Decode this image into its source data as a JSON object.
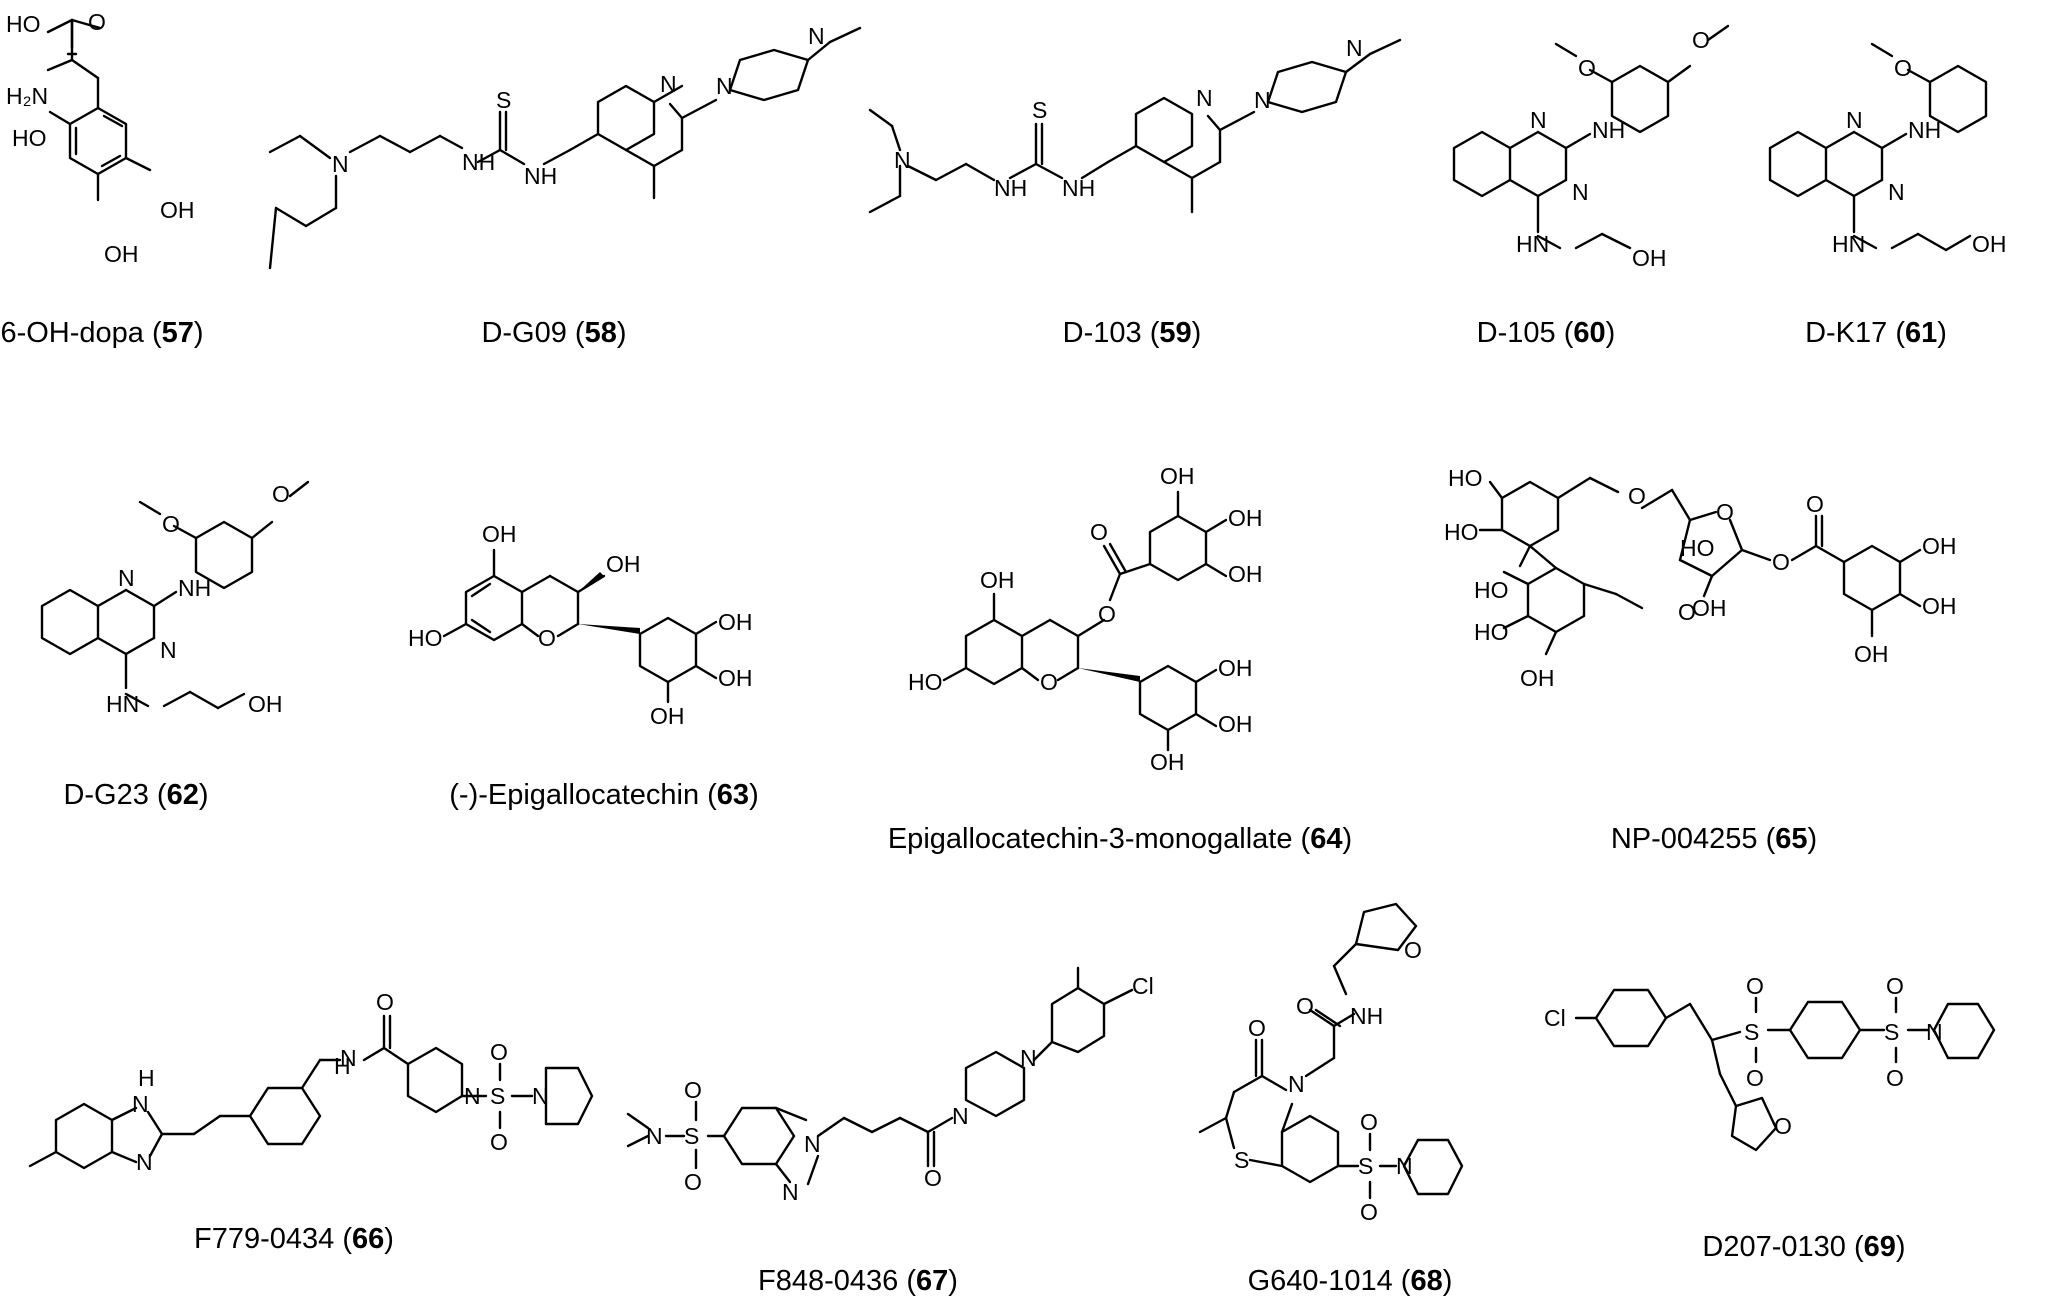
{
  "compounds": [
    {
      "id": "57",
      "name": "6-OH-dopa"
    },
    {
      "id": "58",
      "name": "D-G09"
    },
    {
      "id": "59",
      "name": "D-103"
    },
    {
      "id": "60",
      "name": "D-105"
    },
    {
      "id": "61",
      "name": "D-K17"
    },
    {
      "id": "62",
      "name": "D-G23"
    },
    {
      "id": "63",
      "name": "(-)-Epigallocatechin"
    },
    {
      "id": "64",
      "name": "Epigallocatechin-3-monogallate"
    },
    {
      "id": "65",
      "name": "NP-004255"
    },
    {
      "id": "66",
      "name": "F779-0434"
    },
    {
      "id": "67",
      "name": "F848-0436"
    },
    {
      "id": "68",
      "name": "G640-1014"
    },
    {
      "id": "69",
      "name": "D207-0130"
    }
  ],
  "atoms": {
    "OH": "OH",
    "HO": "HO",
    "O": "O",
    "N": "N",
    "NH": "NH",
    "HN": "HN",
    "H": "H",
    "H2N": "H₂N",
    "S": "S",
    "Cl": "Cl"
  }
}
